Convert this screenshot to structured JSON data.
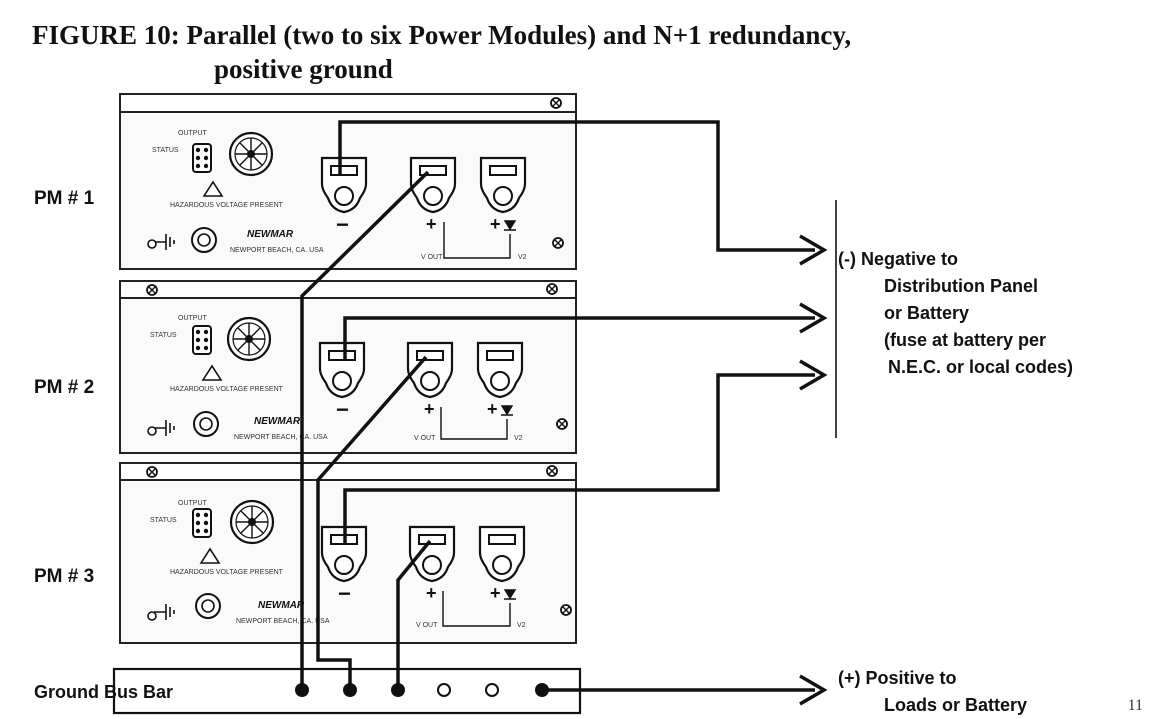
{
  "title": {
    "line1": "FIGURE 10: Parallel (two to six Power Modules) and N+1 redundancy,",
    "line2": "positive ground"
  },
  "modules": [
    {
      "label": "PM # 1",
      "terminal_marks": [
        "−",
        "+",
        "+"
      ],
      "vout_label": "V OUT",
      "v2_label": "V2",
      "brand": "NEWMAR"
    },
    {
      "label": "PM # 2",
      "terminal_marks": [
        "−",
        "+",
        "+"
      ],
      "vout_label": "V OUT",
      "v2_label": "V2",
      "brand": "NEWMAR"
    },
    {
      "label": "PM # 3",
      "terminal_marks": [
        "−",
        "+",
        "+"
      ],
      "vout_label": "V OUT",
      "v2_label": "V2",
      "brand": "NEWMAR"
    }
  ],
  "ground_bus": {
    "label": "Ground Bus Bar"
  },
  "negative_destination": {
    "lines": [
      "(-) Negative to",
      "Distribution Panel",
      "or Battery",
      "(fuse at battery per",
      "N.E.C. or local codes)"
    ]
  },
  "positive_destination": {
    "lines": [
      "(+) Positive to",
      "Loads or Battery"
    ]
  },
  "page_number": "11",
  "colors": {
    "ink": "#111111",
    "panel_fill": "#fafafa",
    "panel_stroke": "#222222"
  }
}
